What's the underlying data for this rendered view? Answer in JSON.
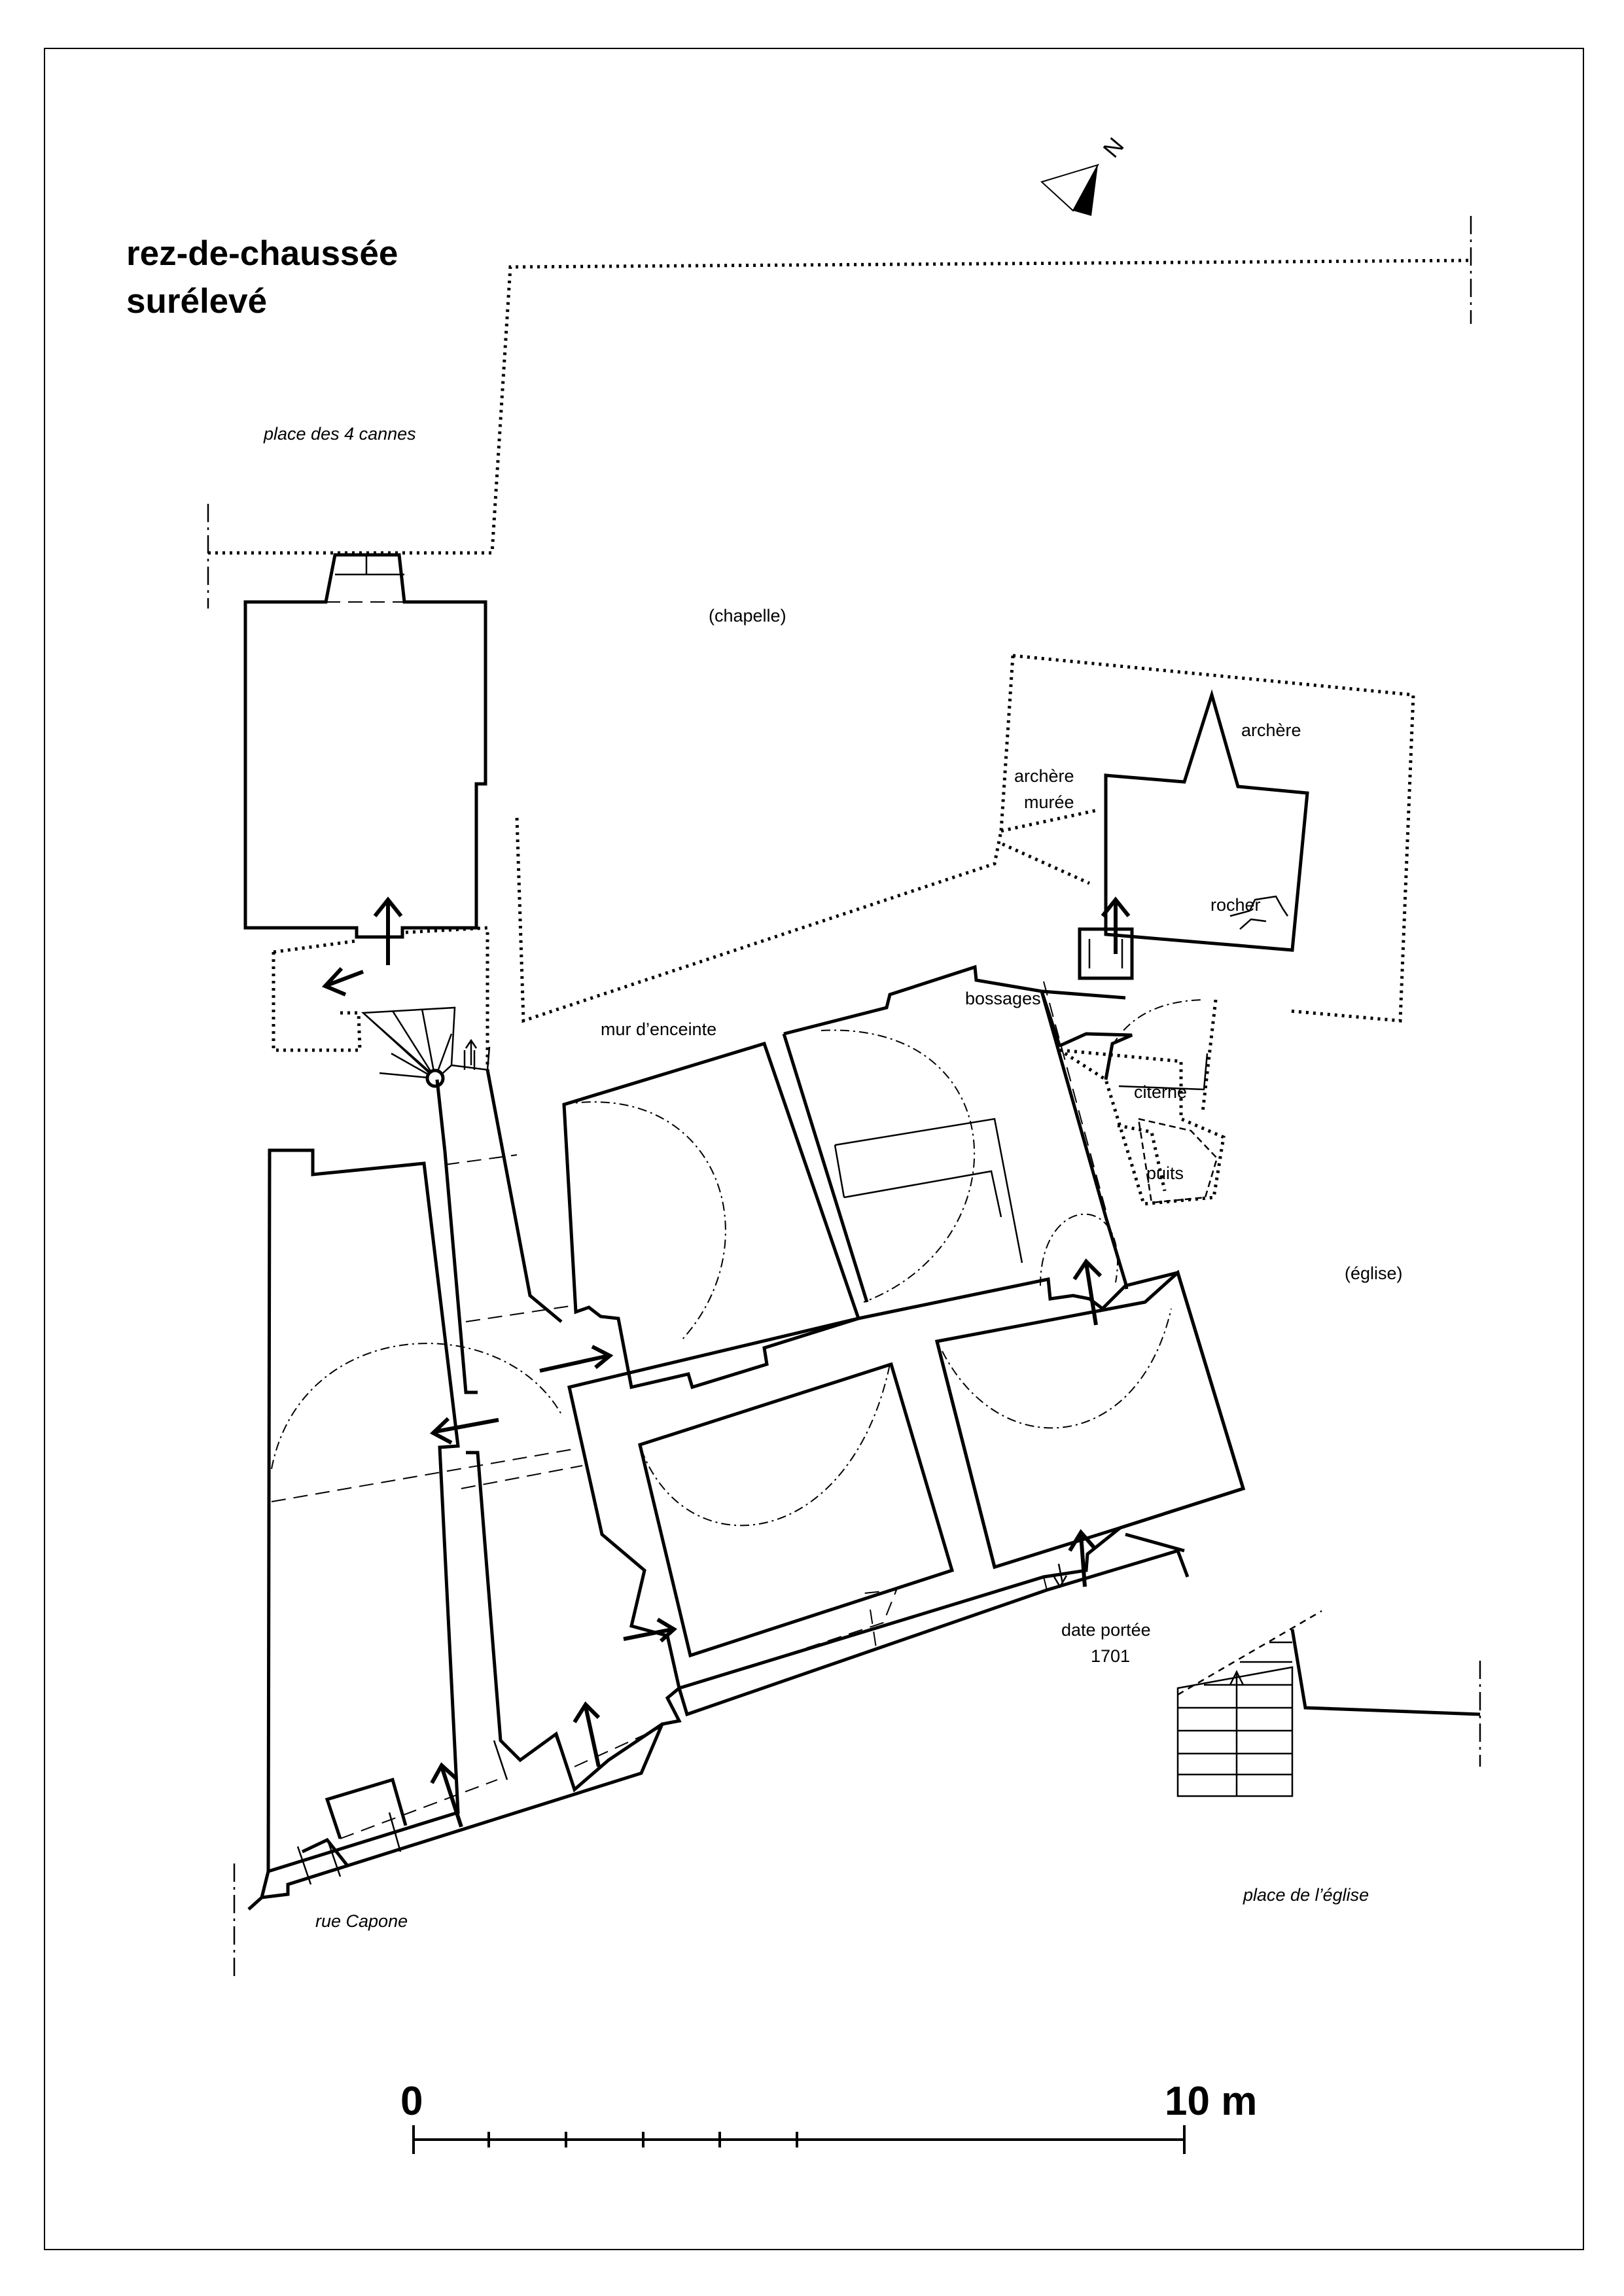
{
  "title": {
    "line1": "rez-de-chaussée",
    "line2": "surélevé"
  },
  "north": {
    "letter": "N"
  },
  "labels": {
    "place_4_cannes": "place des 4 cannes",
    "chapelle": "(chapelle)",
    "archere": "archère",
    "archere_muree_1": "archère",
    "archere_muree_2": "murée",
    "rocher": "rocher",
    "bossages": "bossages",
    "mur_enceinte": "mur d’enceinte",
    "citerne": "citerne",
    "puits": "puits",
    "eglise": "(église)",
    "date_portee_1": "date portée",
    "date_portee_2": "1701",
    "rue_capone": "rue Capone",
    "place_eglise": "place de l’église"
  },
  "scale": {
    "start": "0",
    "end": "10 m"
  }
}
